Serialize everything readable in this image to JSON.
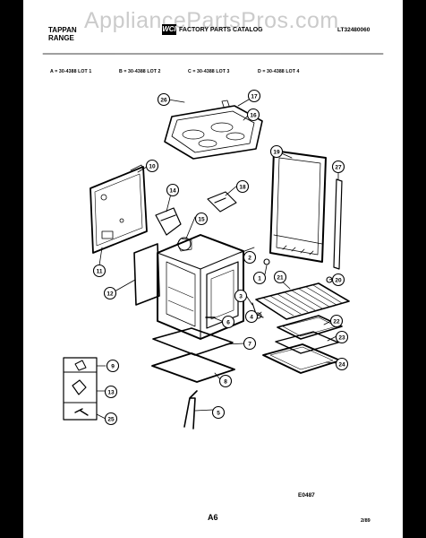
{
  "header": {
    "brand_line1": "TAPPAN",
    "brand_line2": "RANGE",
    "logo_text": "WCI",
    "catalog_title": "FACTORY PARTS CATALOG",
    "catalog_number": "LT32480060",
    "watermark": "AppliancePartsPros.com"
  },
  "lots": [
    "A = 30-4388 LOT 1",
    "B = 30-4388 LOT 2",
    "C = 30-4388 LOT 3",
    "D = 30-4388 LOT 4"
  ],
  "callouts": [
    "1",
    "2",
    "3",
    "4",
    "5",
    "6",
    "7",
    "8",
    "9",
    "10",
    "11",
    "12",
    "13",
    "14",
    "15",
    "16",
    "17",
    "18",
    "19",
    "20",
    "21",
    "22",
    "23",
    "24",
    "25",
    "26",
    "27"
  ],
  "drawing_code": "E0487",
  "page_label": "A6",
  "date_code": "2/89"
}
